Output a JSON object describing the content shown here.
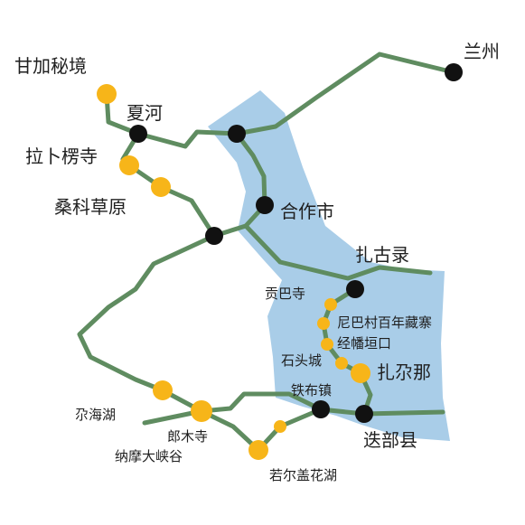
{
  "map": {
    "colors": {
      "background": "#ffffff",
      "region_fill": "#a9cde8",
      "road": "#5f8c60",
      "town_marker": "#111111",
      "poi_marker": "#f7b519"
    },
    "towns": {
      "lanzhou": "兰州",
      "xiahe": "夏河",
      "hezuo": "合作市",
      "zhagulu": "扎古录",
      "diebu": "迭部县",
      "tiebu": "铁布镇"
    },
    "pois": {
      "ganjia": "甘加秘境",
      "labuleng": "拉卜楞寺",
      "sangke": "桑科草原",
      "gongba": "贡巴寺",
      "niba": "尼巴村百年藏寨",
      "jingfan": "经幡垣口",
      "shitou": "石头城",
      "zhaerna": "扎尕那",
      "gahai": "尕海湖",
      "langmu": "郎木寺",
      "namo": "纳摩大峡谷",
      "ruoergai": "若尔盖花湖"
    }
  }
}
